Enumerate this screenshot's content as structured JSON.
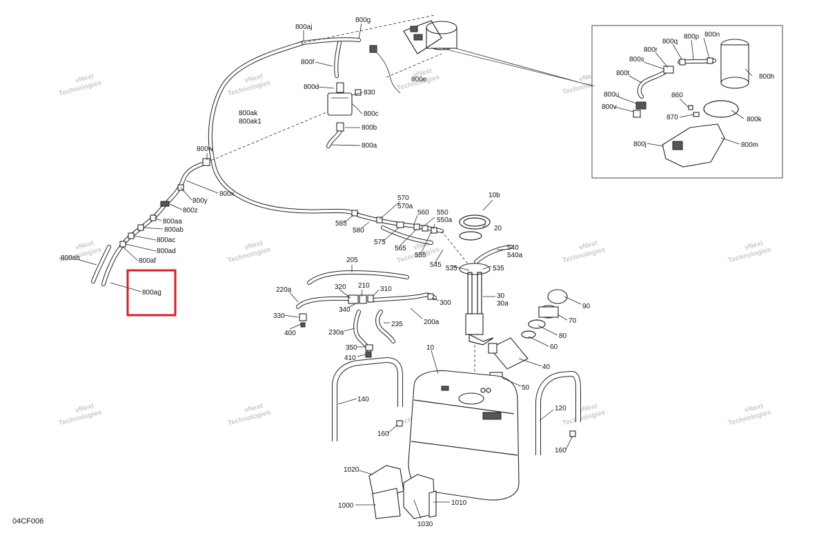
{
  "diagram_code": "04CF006",
  "highlight_color": "#d61f26",
  "highlighted_callout": "800ag",
  "watermark": {
    "line1": "vNext",
    "line2": "Technologies",
    "combined": "vNext Technologies"
  },
  "callouts": {
    "c800aj": "800aj",
    "c800g": "800g",
    "c800f": "800f",
    "c800d": "800d",
    "c830": "830",
    "c800c": "800c",
    "c800b": "800b",
    "c800a": "800a",
    "c800ak": "800ak",
    "c800ak1": "800ak1",
    "c800w": "800w",
    "c800x": "800x",
    "c800y": "800y",
    "c800z": "800z",
    "c800aa": "800aa",
    "c800ab": "800ab",
    "c800ac": "800ac",
    "c800ad": "800ad",
    "c800af": "800af",
    "c800ah": "800ah",
    "c800ag": "800ag",
    "c800e": "800e",
    "c570": "570",
    "c570a": "570a",
    "c560": "560",
    "c550": "550",
    "c550a": "550a",
    "c585": "585",
    "c580": "580",
    "c575": "575",
    "c565": "565",
    "c555": "555",
    "c545": "545",
    "c535a": "535",
    "c535b": "535",
    "c540": "540",
    "c540a": "540a",
    "c10b": "10b",
    "c20": "20",
    "c205": "205",
    "c210": "210",
    "c310": "310",
    "c320": "320",
    "c220a": "220a",
    "c330": "330",
    "c340": "340",
    "c300": "300",
    "c400": "400",
    "c230a": "230a",
    "c235": "235",
    "c200a": "200a",
    "c350": "350",
    "c410": "410",
    "c30": "30",
    "c30a": "30a",
    "c90": "90",
    "c70": "70",
    "c80": "80",
    "c60": "60",
    "c40": "40",
    "c50": "50",
    "c10": "10",
    "c140": "140",
    "c120": "120",
    "c160a": "160",
    "c160b": "160",
    "c1020": "1020",
    "c1000": "1000",
    "c1010": "1010",
    "c1030": "1030",
    "i800n": "800n",
    "i800p": "800p",
    "i800q": "800q",
    "i800r": "800r",
    "i800s": "800s",
    "i800t": "800t",
    "i800h": "800h",
    "i800u": "800u",
    "i800v": "800v",
    "i860": "860",
    "i870": "870",
    "i800k": "800k",
    "i800j": "800j",
    "i800m": "800m"
  }
}
